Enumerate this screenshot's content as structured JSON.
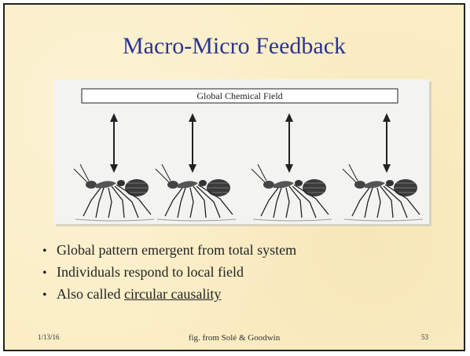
{
  "slide": {
    "title": "Macro-Micro Feedback",
    "figure": {
      "field_label": "Global Chemical Field"
    },
    "bullets": [
      {
        "text": "Global pattern emergent from total system"
      },
      {
        "text": "Individuals respond to local field"
      },
      {
        "prefix": "Also called ",
        "link": "circular causality"
      }
    ],
    "footer": {
      "date": "1/13/16",
      "credit": "fig. from Solé & Goodwin",
      "page": "53"
    }
  }
}
